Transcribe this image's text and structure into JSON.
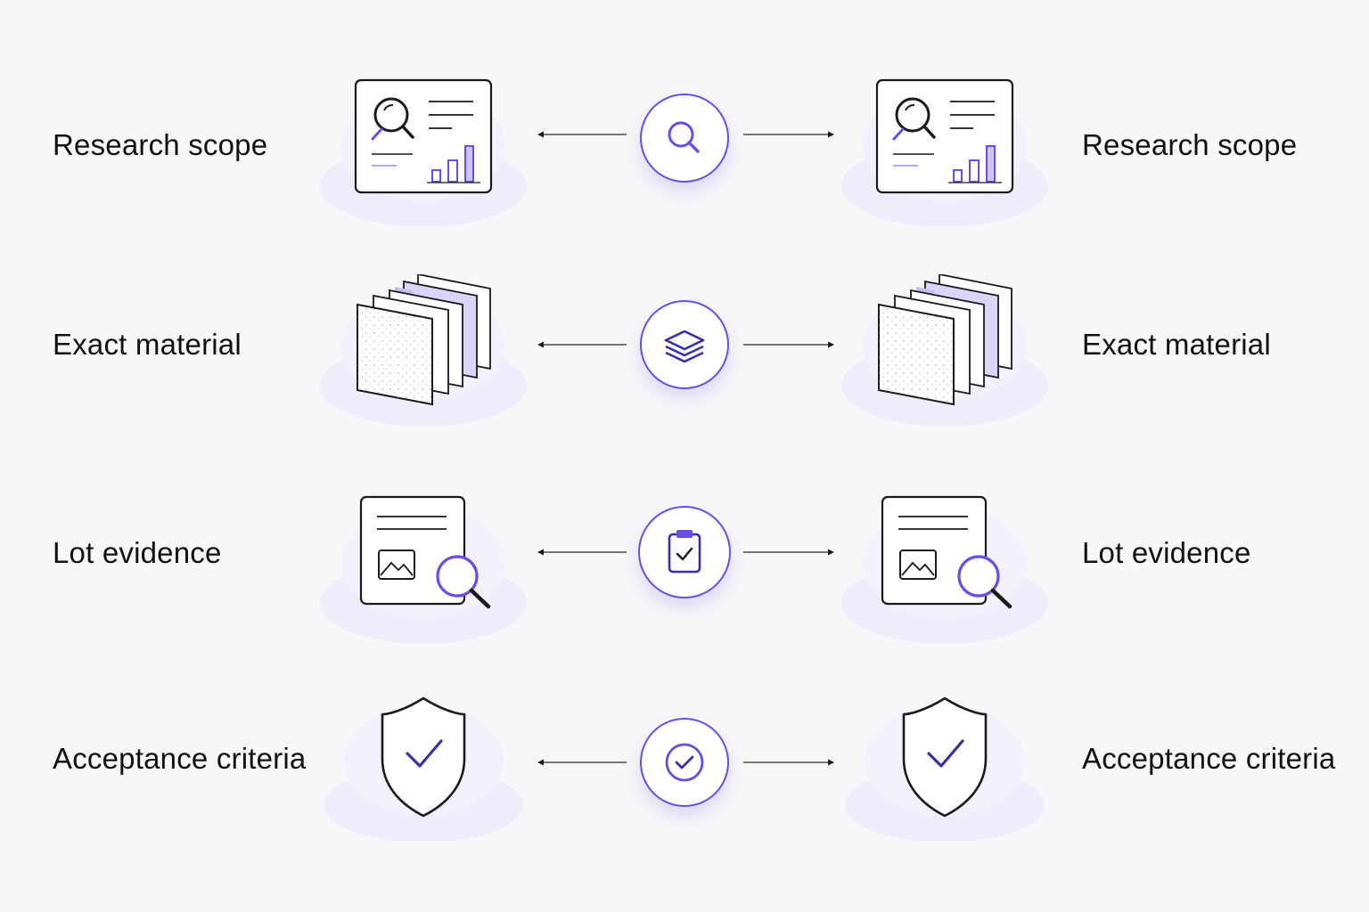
{
  "rows": [
    {
      "id": "research",
      "label_left": "Research scope",
      "label_right": "Research scope",
      "hub_icon": "magnifier-icon"
    },
    {
      "id": "material",
      "label_left": "Exact material",
      "label_right": "Exact material",
      "hub_icon": "layers-icon"
    },
    {
      "id": "lot",
      "label_left": "Lot evidence",
      "label_right": "Lot evidence",
      "hub_icon": "clipboard-check-icon"
    },
    {
      "id": "acceptance",
      "label_left": "Acceptance criteria",
      "label_right": "Acceptance criteria",
      "hub_icon": "check-circle-icon"
    }
  ],
  "colors": {
    "accent": "#6b4de6",
    "accent_light": "#ece8fb",
    "ink": "#111111",
    "background": "#f8f7f9"
  }
}
